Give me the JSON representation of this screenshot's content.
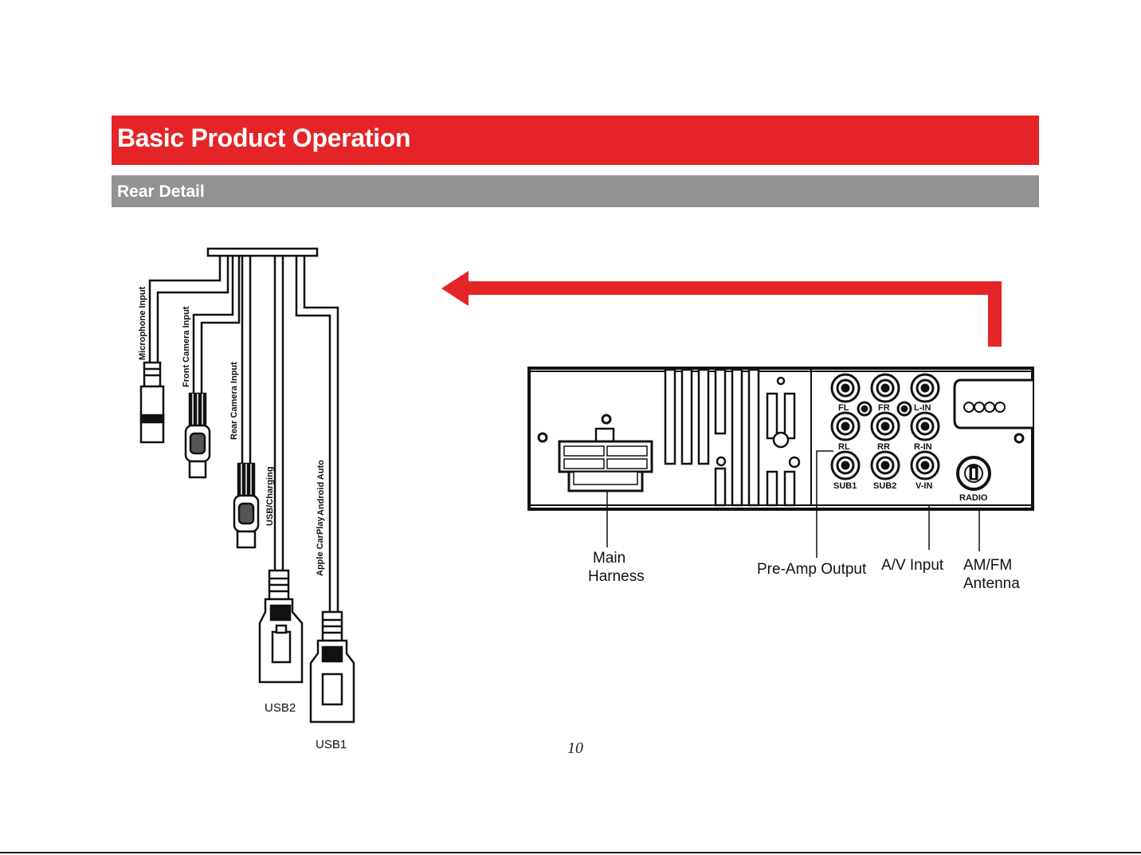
{
  "header": {
    "title": "Basic Product Operation"
  },
  "section": {
    "title": "Rear Detail"
  },
  "cables": {
    "microphone": "Microphone  Input",
    "front_camera": "Front Camera  Input",
    "rear_camera": "Rear Camera  Input",
    "usb_charging": "USB/Charging",
    "android_auto": "Android Auto",
    "apple_carplay": "Apple CarPlay",
    "usb2": "USB2",
    "usb1": "USB1"
  },
  "unit": {
    "jacks": [
      "FL",
      "FR",
      "L-IN",
      "RL",
      "RR",
      "R-IN",
      "SUB1",
      "SUB2",
      "V-IN"
    ],
    "radio": "RADIO"
  },
  "callouts": {
    "main_harness_1": "Main",
    "main_harness_2": "Harness",
    "preamp": "Pre-Amp Output",
    "av_input": "A/V Input",
    "antenna_1": "AM/FM",
    "antenna_2": "Antenna"
  },
  "colors": {
    "accent": "#e52427",
    "subheader": "#929292"
  },
  "page_number": "10"
}
